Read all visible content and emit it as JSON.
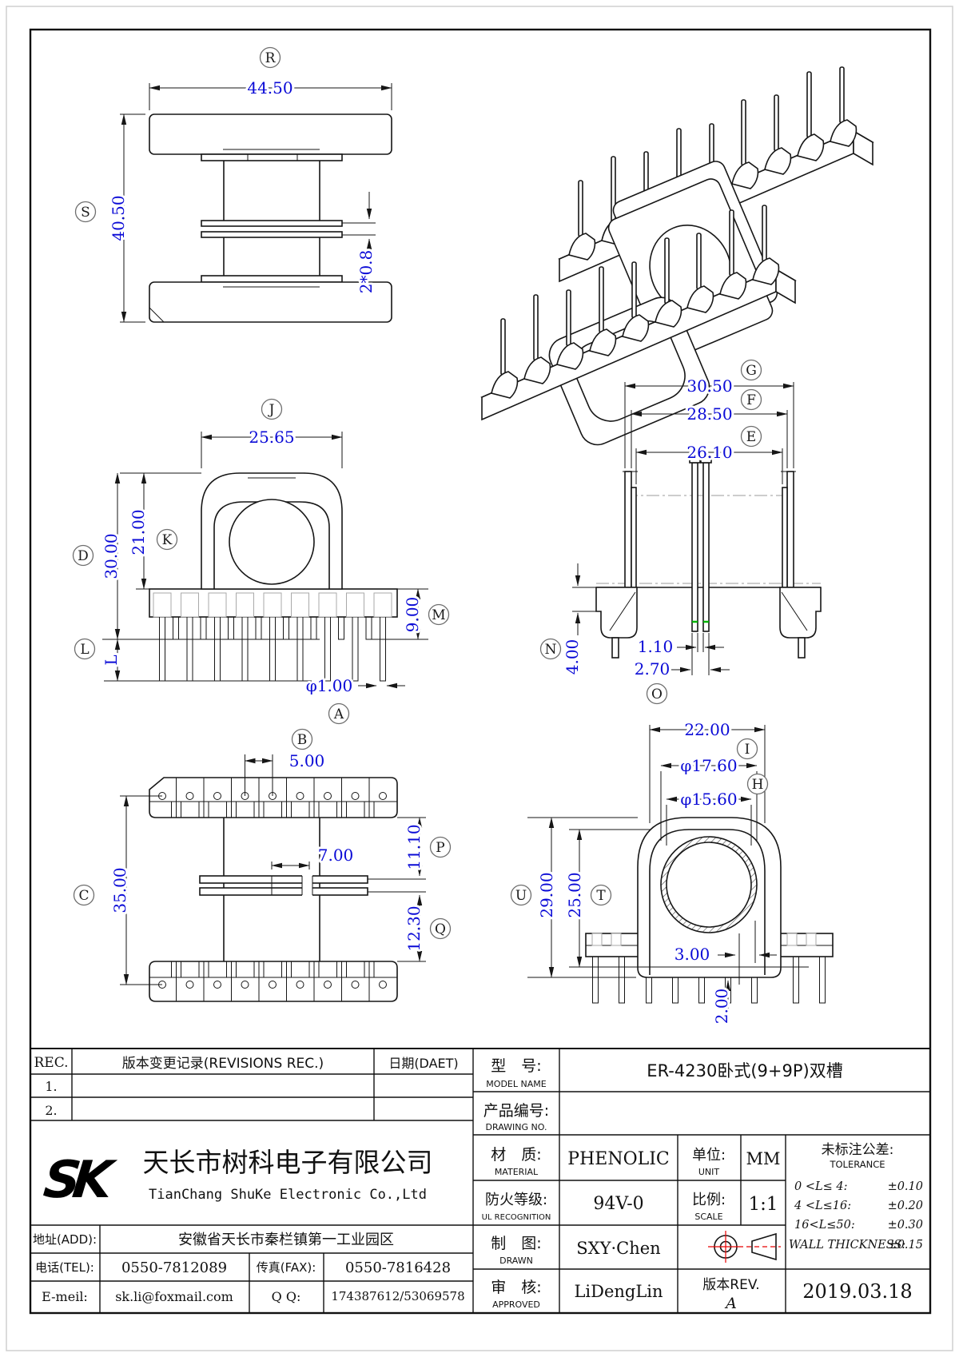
{
  "palette": {
    "dim_color": "#0a0ad6",
    "line_color": "#161616",
    "green_mark": "#00b400",
    "red_mark": "#e80000",
    "paper": "#ffffff"
  },
  "views": {
    "top": {
      "balloon_r": "R",
      "balloon_s": "S",
      "dim_width": "44.50",
      "dim_height": "40.50",
      "dim_plates": "2*0.8"
    },
    "front": {
      "balloon_j": "J",
      "balloon_d": "D",
      "balloon_k": "K",
      "balloon_l": "L",
      "balloon_m": "M",
      "balloon_a": "A",
      "dim_window": "25.65",
      "dim_total_h": "30.00",
      "dim_win_h": "21.00",
      "dim_l": "L",
      "dim_seat": "9.00",
      "dim_pin": "φ1.00"
    },
    "side": {
      "balloon_g": "G",
      "balloon_f": "F",
      "balloon_e": "E",
      "balloon_n": "N",
      "balloon_o": "O",
      "dim_g": "30.50",
      "dim_f": "28.50",
      "dim_e": "26.10",
      "dim_n": "4.00",
      "dim_gap": "1.10",
      "dim_o": "2.70"
    },
    "bottom": {
      "balloon_b": "B",
      "balloon_c": "C",
      "balloon_p": "P",
      "balloon_q": "Q",
      "dim_pitch": "5.00",
      "dim_c": "35.00",
      "dim_slot": "7.00",
      "dim_p": "11.10",
      "dim_q": "12.30"
    },
    "section": {
      "balloon_i": "I",
      "balloon_h": "H",
      "balloon_u": "U",
      "balloon_t": "T",
      "dim_w": "22.00",
      "dim_od": "φ17.60",
      "dim_id": "φ15.60",
      "dim_u": "29.00",
      "dim_t": "25.00",
      "dim_off": "3.00",
      "dim_step": "2.00"
    }
  },
  "revisions": {
    "col_rec": "REC.",
    "col_desc": "版本变更记录(REVISIONS REC.)",
    "col_date": "日期(DAET)",
    "rows": [
      {
        "no": "1."
      },
      {
        "no": "2."
      }
    ]
  },
  "company": {
    "logo_text": "SK",
    "name_cn": "天长市树科电子有限公司",
    "name_en": "TianChang ShuKe Electronic Co.,Ltd",
    "addr_label": "地址(ADD):",
    "addr_value": "安徽省天长市秦栏镇第一工业园区",
    "tel_label": "电话(TEL):",
    "tel_value": "0550-7812089",
    "fax_label": "传真(FAX):",
    "fax_value": "0550-7816428",
    "email_label": "E-meil:",
    "email_value": "sk.li@foxmail.com",
    "qq_label": "Q Q:",
    "qq_value": "174387612/53069578"
  },
  "titleblock": {
    "model_label_cn": "型　号:",
    "model_label_en": "MODEL NAME",
    "model_value": "ER-4230卧式(9+9P)双槽",
    "drawing_label_cn": "产品编号:",
    "drawing_label_en": "DRAWING NO.",
    "drawing_value": "",
    "material_label_cn": "材　质:",
    "material_label_en": "MATERIAL",
    "material_value": "PHENOLIC",
    "unit_label_cn": "单位:",
    "unit_label_en": "UNIT",
    "unit_value": "MM",
    "fire_label_cn": "防火等级:",
    "fire_label_en": "UL RECOGNITION",
    "fire_value": "94V-0",
    "scale_label_cn": "比例:",
    "scale_label_en": "SCALE",
    "scale_value": "1:1",
    "drawn_label_cn": "制　图:",
    "drawn_label_en": "DRAWN",
    "drawn_value": "SXY·Chen",
    "approved_label_cn": "审　核:",
    "approved_label_en": "APPROVED",
    "approved_value": "LiDengLin",
    "rev_label": "版本REV.",
    "rev_value": "A",
    "date_value": "2019.03.18",
    "tolerance_title_cn": "未标注公差:",
    "tolerance_title_en": "TOLERANCE",
    "tol_rows": [
      {
        "range": "0 <L≤ 4:",
        "value": "±0.10"
      },
      {
        "range": "4 <L≤16:",
        "value": "±0.20"
      },
      {
        "range": "16<L≤50:",
        "value": "±0.30"
      },
      {
        "range": "WALL THICKNESS:",
        "value": "±0.15"
      }
    ]
  }
}
